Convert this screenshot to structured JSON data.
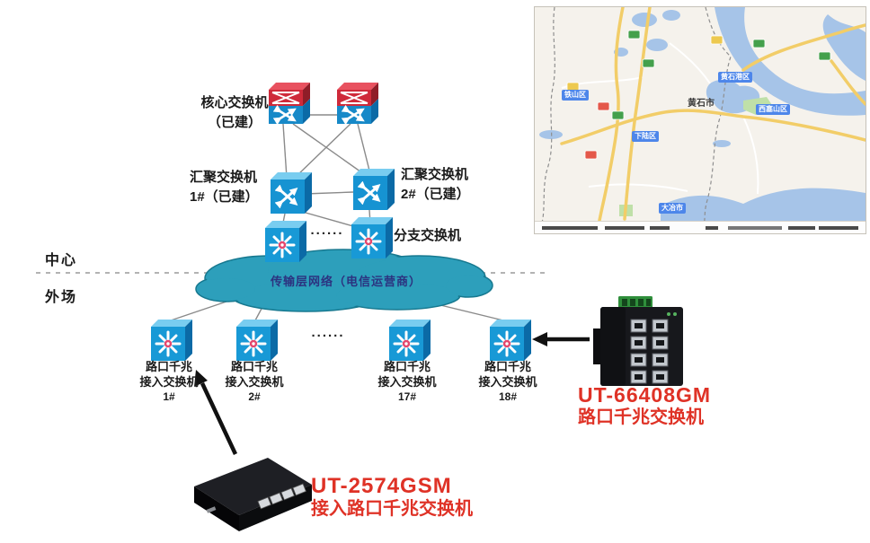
{
  "figure": {
    "zone_center": "中心",
    "zone_field": "外场",
    "cloud_label": "传输层网络（电信运营商）",
    "core_label_line1": "核心交换机",
    "core_label_line2": "（已建）",
    "agg1_line1": "汇聚交换机",
    "agg1_line2": "1#（已建）",
    "agg2_line1": "汇聚交换机",
    "agg2_line2": "2#（已建）",
    "branch_label": "分支交换机",
    "branch_ellipsis": "......",
    "access_ellipsis": "......",
    "access": [
      {
        "l1": "路口千兆",
        "l2": "接入交换机",
        "num": "1#"
      },
      {
        "l1": "路口千兆",
        "l2": "接入交换机",
        "num": "2#"
      },
      {
        "l1": "路口千兆",
        "l2": "接入交换机",
        "num": "17#"
      },
      {
        "l1": "路口千兆",
        "l2": "接入交换机",
        "num": "18#"
      }
    ]
  },
  "products": {
    "right": {
      "model": "UT-66408GM",
      "name": "路口千兆交换机"
    },
    "bottom": {
      "model": "UT-2574GSM",
      "name": "接入路口千兆交换机"
    }
  },
  "map": {
    "city": "黄石市",
    "pills": [
      "铁山区",
      "下陆区",
      "黄石港区",
      "西塞山区",
      "大冶市"
    ]
  },
  "colors": {
    "product_text_red": "#df3226",
    "cloud_teal": "#2d9fbb",
    "switch_blue": "#1899d6",
    "core_red": "#cf2a3a",
    "map_water": "#a6c4e8",
    "map_road": "#f2cd68"
  }
}
